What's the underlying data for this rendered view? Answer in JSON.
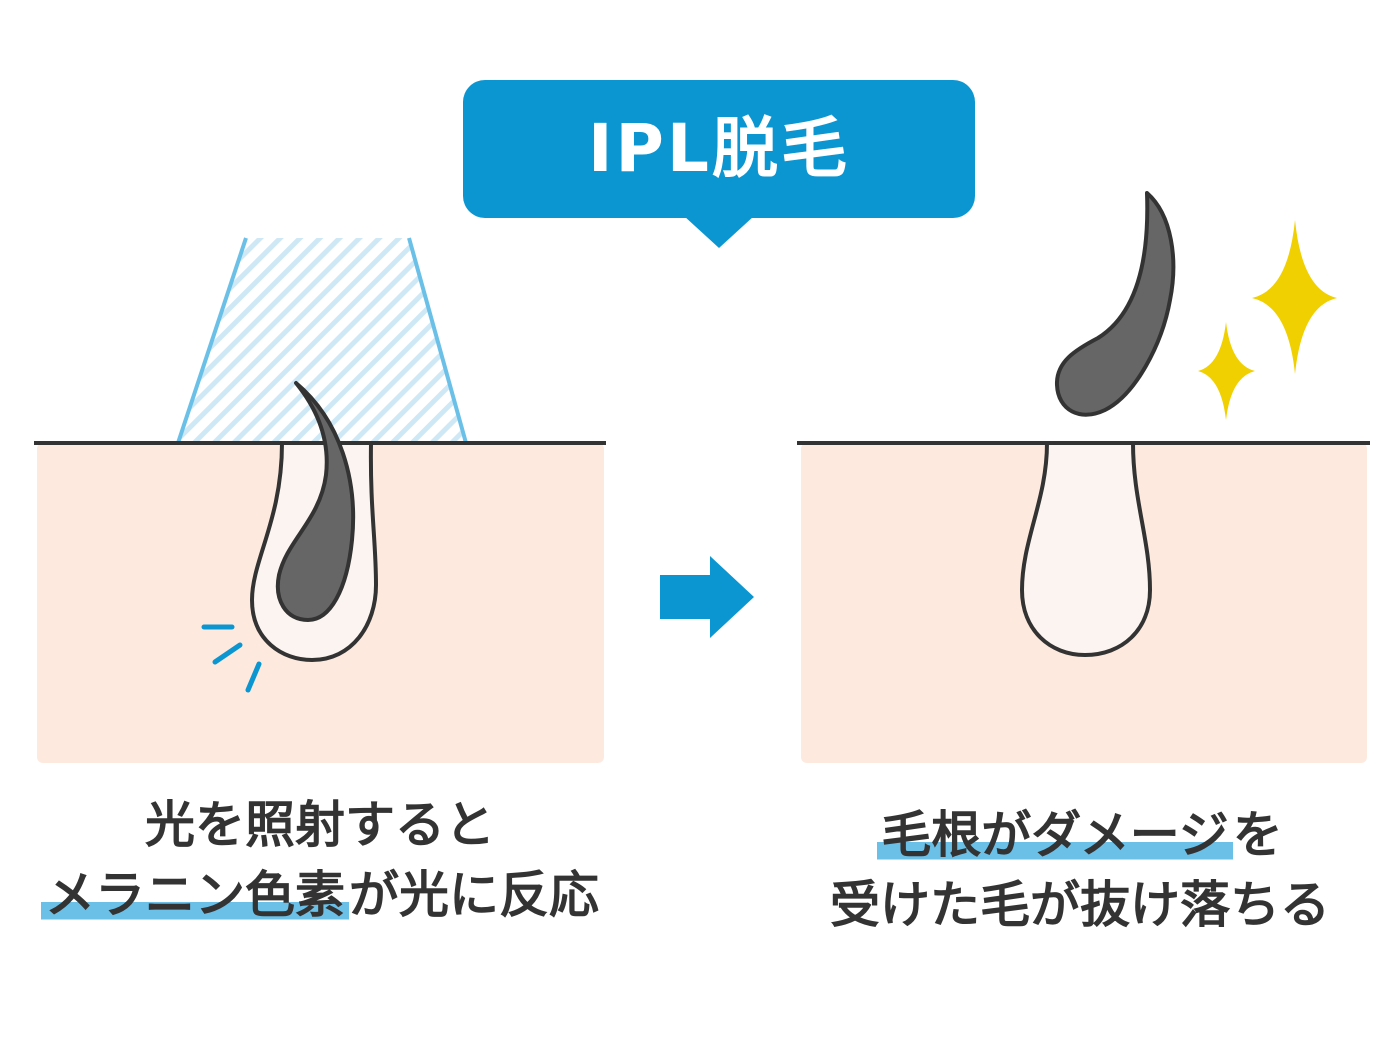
{
  "title": "IPL脱毛",
  "colors": {
    "accent_blue": "#0b96d1",
    "light_blue_line": "#6bc0e8",
    "skin": "#fde9de",
    "follicle": "#fcf4f1",
    "hair": "#666666",
    "outline": "#333333",
    "sparkle": "#f0d000"
  },
  "icons": {
    "arrow": "right-arrow-icon",
    "sparkle": "sparkle-icon",
    "burst": "reaction-burst-icon"
  },
  "left_panel": {
    "caption_line1": "光を照射すると",
    "caption_line2_highlight": "メラニン色素",
    "caption_line2_rest": "が光に反応"
  },
  "right_panel": {
    "caption_line1_highlight": "毛根がダメージ",
    "caption_line1_rest": "を",
    "caption_line2": "受けた毛が抜け落ちる"
  }
}
